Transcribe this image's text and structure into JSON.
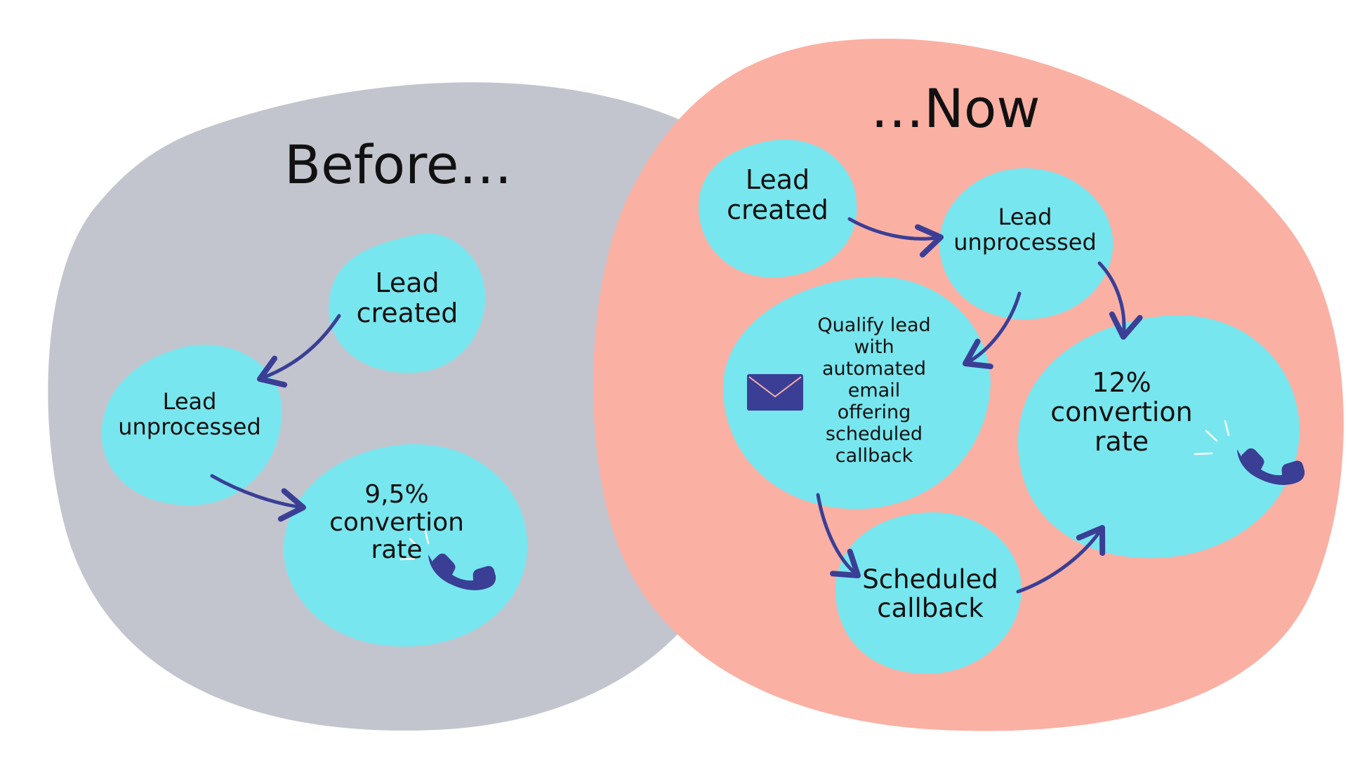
{
  "colors": {
    "before_region": "#c3c5ce",
    "now_region": "#fbb0a4",
    "node": "#78e6ee",
    "arrow": "#3a3f95",
    "icon": "#3a3f95",
    "text": "#111111"
  },
  "before": {
    "title": "Before…",
    "nodes": {
      "lead_created": {
        "line1": "Lead",
        "line2": "created"
      },
      "lead_unprocessed": {
        "line1": "Lead",
        "line2": "unprocessed"
      },
      "conversion": {
        "line1": "9,5%",
        "line2": "convertion",
        "line3": "rate"
      }
    }
  },
  "now": {
    "title": "…Now",
    "nodes": {
      "lead_created": {
        "line1": "Lead",
        "line2": "created"
      },
      "lead_unprocessed": {
        "line1": "Lead",
        "line2": "unprocessed"
      },
      "qualify": {
        "lines": [
          "Qualify lead",
          "with",
          "automated",
          "email",
          "offering",
          "scheduled",
          "callback"
        ]
      },
      "scheduled_callback": {
        "line1": "Scheduled",
        "line2": "callback"
      },
      "conversion": {
        "line1": "12%",
        "line2": "convertion",
        "line3": "rate"
      }
    }
  },
  "icons": {
    "before_phone": "phone-icon",
    "now_phone": "phone-icon",
    "email": "envelope-icon"
  }
}
